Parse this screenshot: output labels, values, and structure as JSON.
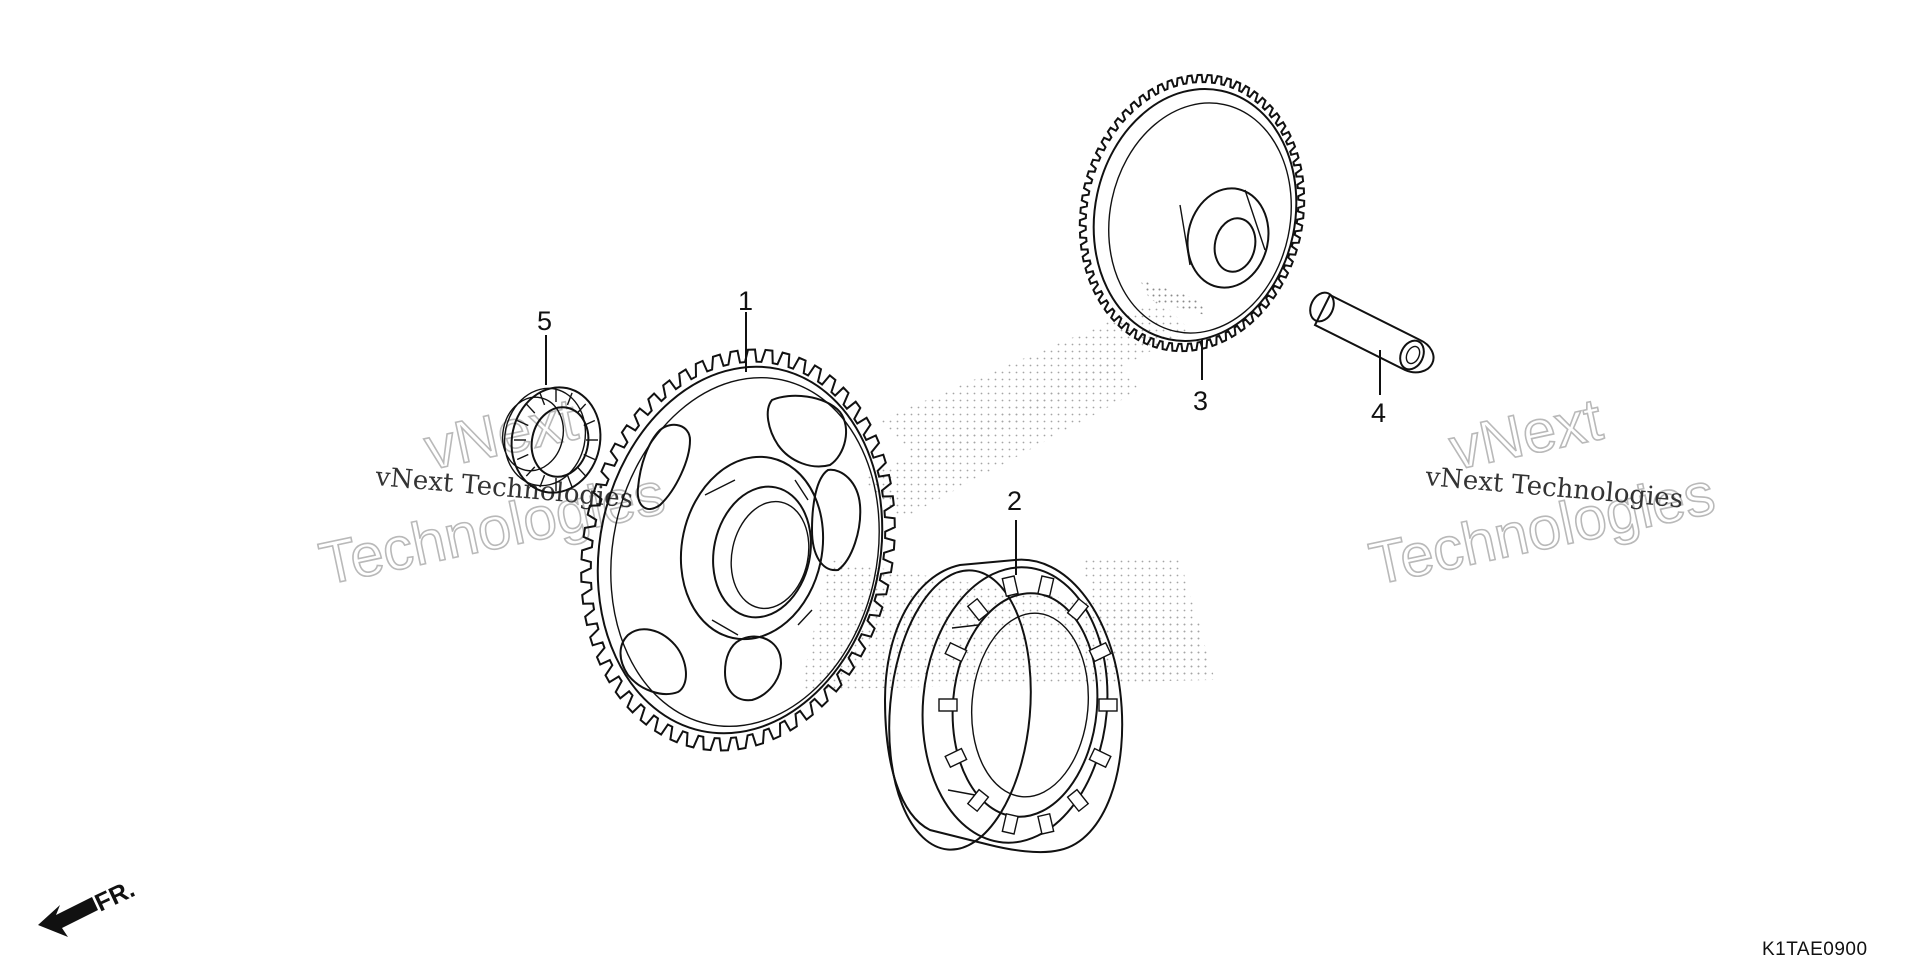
{
  "parts": {
    "p1": "1",
    "p2": "2",
    "p3": "3",
    "p4": "4",
    "p5": "5"
  },
  "watermark": {
    "line_small": "vNext Technologies",
    "line_big_1": "vNext",
    "line_big_2": "Technologies"
  },
  "direction_label": "FR.",
  "diagram_code": "K1TAE0900",
  "colors": {
    "ink": "#111111",
    "watermark": "#b9b9b9",
    "stipple": "#8a8a8a"
  }
}
